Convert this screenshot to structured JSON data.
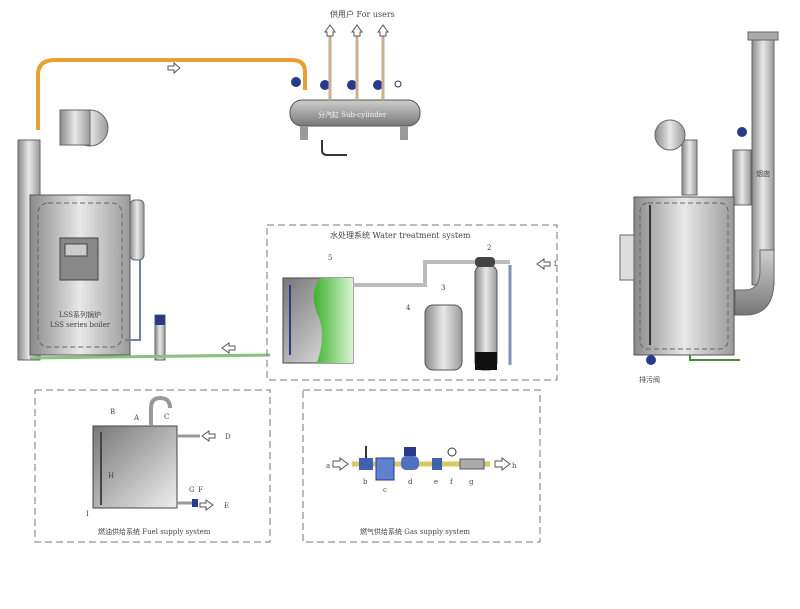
{
  "users_label": "供用户 For users",
  "subcylinder_label": "分汽缸 Sub-cylinder",
  "boiler": {
    "line1": "LSS系列锅炉",
    "line2": "LSS series boiler"
  },
  "water_treatment": {
    "title": "水处理系统 Water treatment system",
    "markers": [
      "1",
      "2",
      "3",
      "4",
      "5"
    ]
  },
  "fuel_supply": {
    "title": "燃油供给系统 Fuel supply system",
    "markers": [
      "A",
      "B",
      "C",
      "D",
      "E",
      "F",
      "G",
      "H",
      "I"
    ]
  },
  "gas_supply": {
    "title": "燃气供给系统 Gas supply system",
    "markers": [
      "a",
      "b",
      "c",
      "d",
      "e",
      "f",
      "g",
      "h"
    ]
  },
  "chimney_label": "烟囱",
  "blowdown_label": "排污阀",
  "colors": {
    "steam_pipe": "#e8a030",
    "water": "#4cc040",
    "valve": "#2a3a8a",
    "dash": "#777777"
  }
}
